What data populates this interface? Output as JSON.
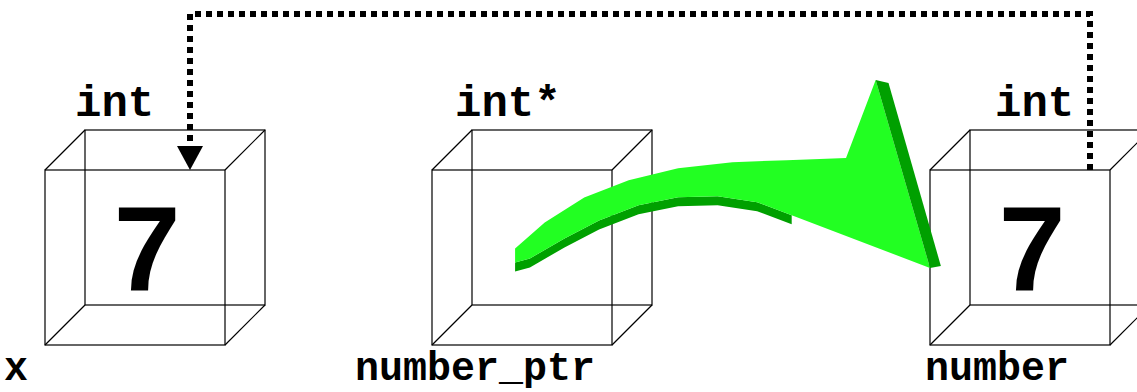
{
  "diagram": {
    "nodes": [
      {
        "text": [
          "int",
          "7",
          "x"
        ]
      },
      {
        "text": [
          "int*",
          "number_ptr"
        ]
      },
      {
        "text": [
          "int",
          "7",
          "number"
        ]
      }
    ],
    "edges": [
      {
        "from": 1,
        "to": 2,
        "arrow": "to"
      },
      {
        "from": 2,
        "to": 0,
        "arrow": "to"
      }
    ]
  }
}
